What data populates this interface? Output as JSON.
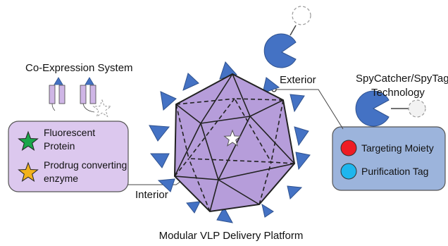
{
  "title": "Modular VLP Delivery Platform",
  "co_expression": {
    "label": "Co-Expression System"
  },
  "spycatcher": {
    "line1": "SpyCatcher/SpyTag",
    "line2": "Technology"
  },
  "exterior_label": "Exterior",
  "interior_label": "Interior",
  "interior_box": {
    "items": [
      {
        "line1": "Fluorescent",
        "line2": "Protein",
        "marker_color": "#1aa64a",
        "marker": "star"
      },
      {
        "line1": "Prodrug converting",
        "line2": "enzyme",
        "marker_color": "#f2b21c",
        "marker": "star"
      }
    ],
    "fill": "#dcc8ee"
  },
  "exterior_box": {
    "items": [
      {
        "label": "Targeting Moiety",
        "marker_color": "#ee1c24",
        "marker": "circle"
      },
      {
        "label": "Purification Tag",
        "marker_color": "#1eb6ee",
        "marker": "circle"
      }
    ],
    "fill": "#9cb4dc"
  },
  "colors": {
    "capsid_fill": "#b69dda",
    "protein_blue": "#4472c4",
    "protein_stroke": "#2f528f",
    "expression_purple": "#cfb6e6"
  }
}
